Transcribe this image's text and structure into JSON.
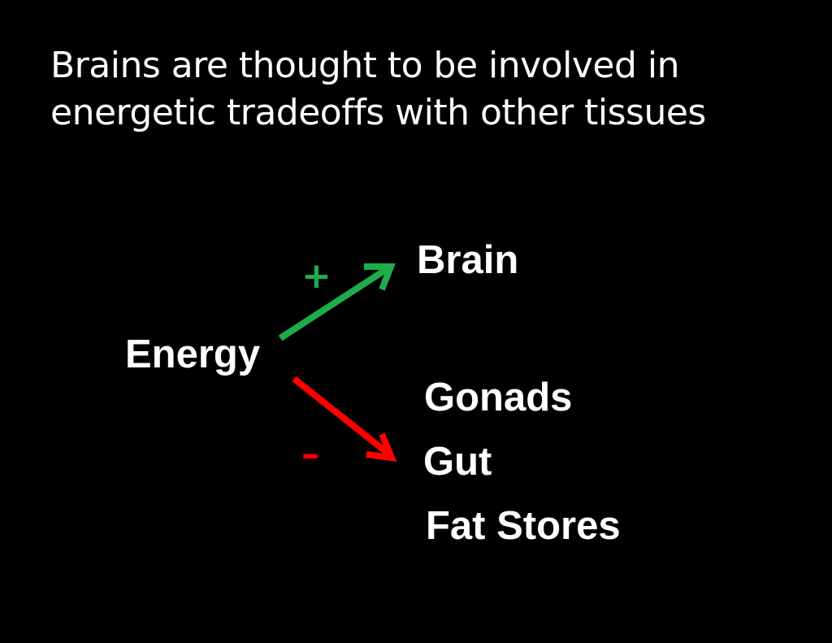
{
  "title": {
    "line1": "Brains are thought to be involved in",
    "line2": "energetic tradeoffs with other tissues"
  },
  "nodes": {
    "energy": "Energy",
    "brain": "Brain",
    "gonads": "Gonads",
    "gut": "Gut",
    "fat_stores": "Fat Stores"
  },
  "signs": {
    "positive": "+",
    "negative": "–"
  },
  "colors": {
    "background": "#000000",
    "text": "#ffffff",
    "positive": "#1fad4b",
    "negative": "#ff0000"
  }
}
